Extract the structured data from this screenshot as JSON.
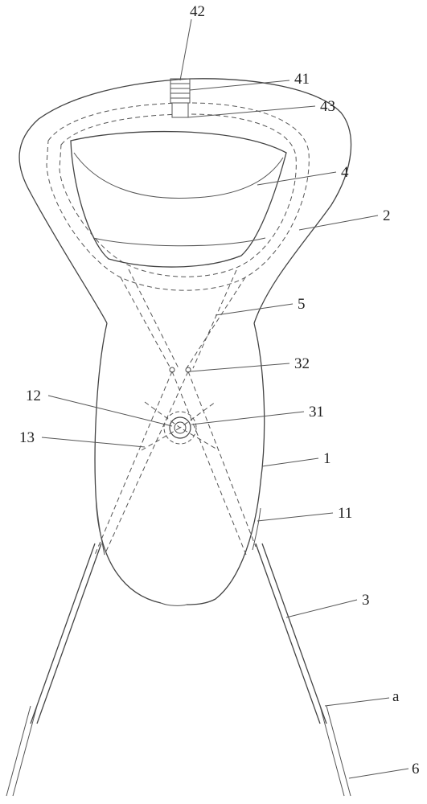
{
  "figure": {
    "labels": {
      "l42": "42",
      "l41": "41",
      "l43": "43",
      "l4": "4",
      "l2": "2",
      "l5": "5",
      "l32": "32",
      "l12": "12",
      "l31": "31",
      "l13": "13",
      "l1": "1",
      "l11": "11",
      "l3": "3",
      "la": "a",
      "l6": "6"
    }
  }
}
